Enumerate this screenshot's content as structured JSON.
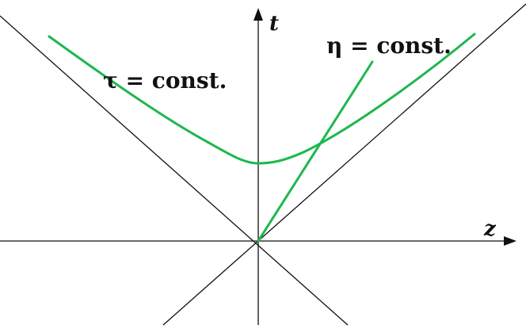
{
  "diagram": {
    "axes": {
      "time_label": "t",
      "space_label": "z"
    },
    "labels": {
      "tau_curve_label": "τ = const.",
      "eta_line_label": "η = const."
    },
    "colors": {
      "curve": "#1db84d",
      "axes": "#111111",
      "background": "#ffffff"
    }
  }
}
